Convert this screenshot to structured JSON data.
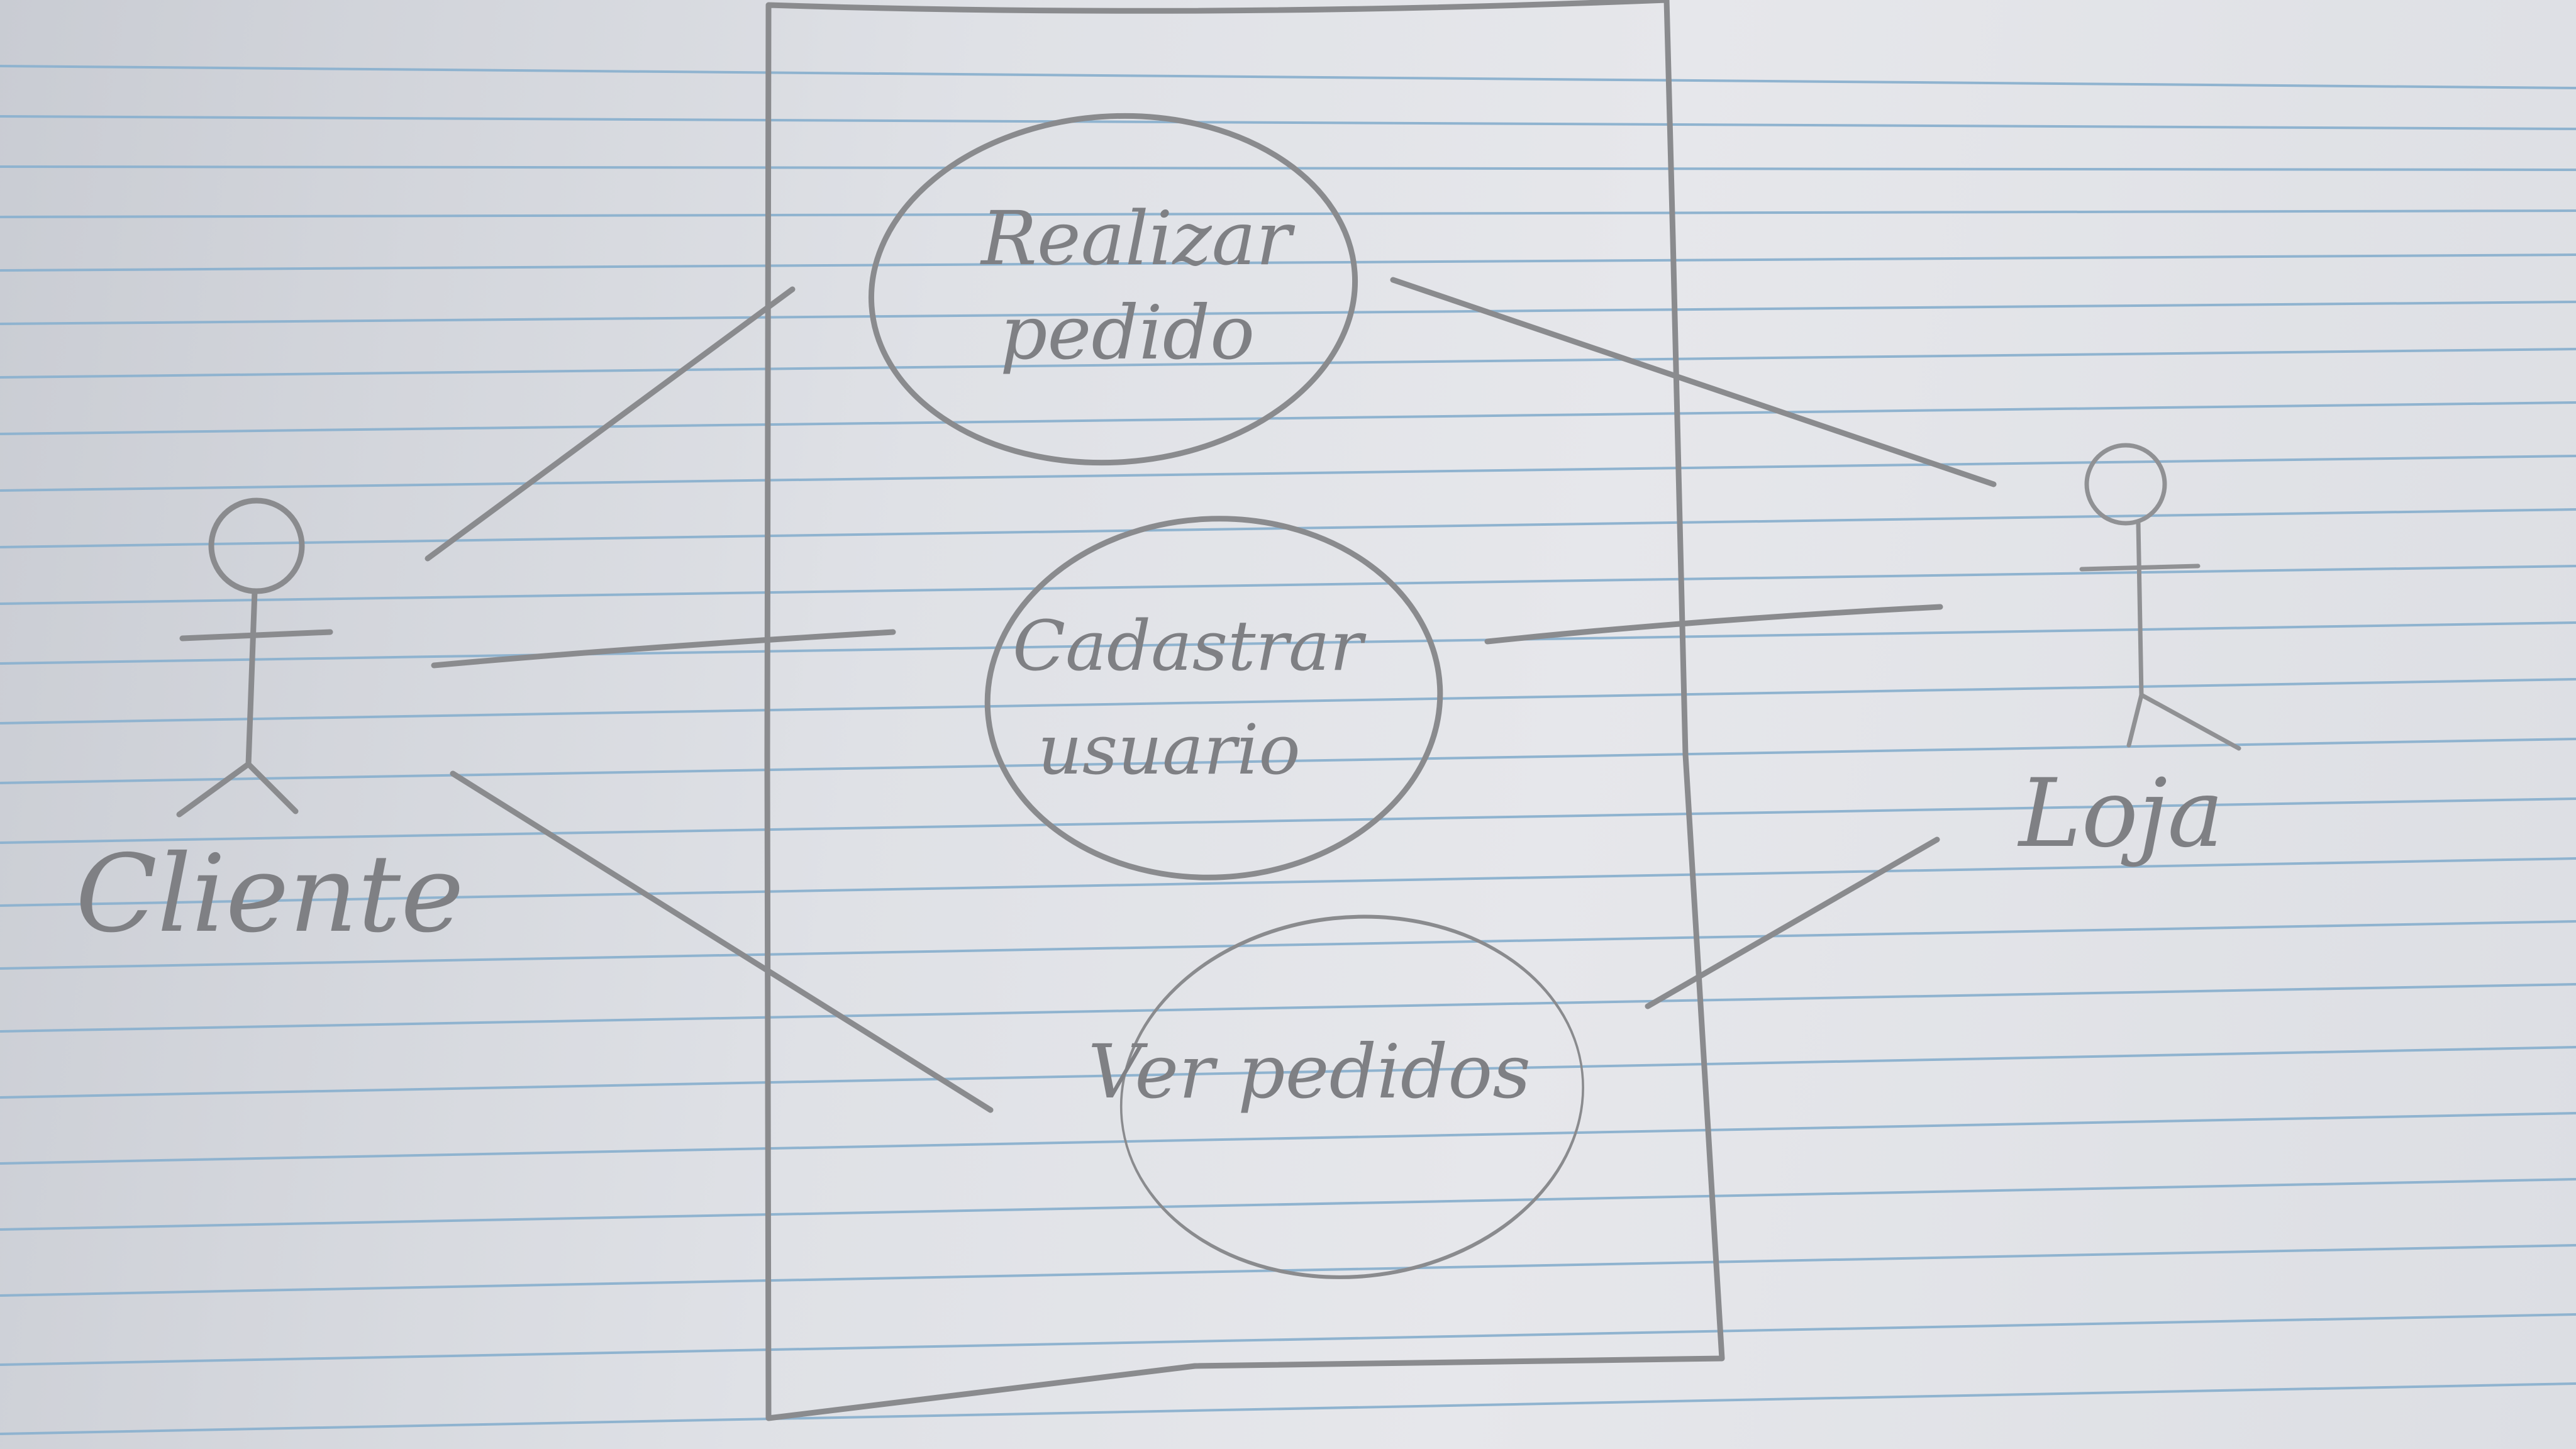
{
  "diagram": {
    "actors": {
      "left": {
        "label": "Cliente"
      },
      "right": {
        "label": "Loja"
      }
    },
    "use_cases": [
      {
        "id": "realizar",
        "line1": "Realizar",
        "line2": "pedido"
      },
      {
        "id": "cadastrar",
        "line1": "Cadastrar",
        "line2": "usuario"
      },
      {
        "id": "ver",
        "line1": "Ver pedidos",
        "line2": ""
      }
    ]
  },
  "colors": {
    "pencil": "#8a8b8e",
    "ruling": "#8fb3cf",
    "paper": "#e3e5e9"
  }
}
